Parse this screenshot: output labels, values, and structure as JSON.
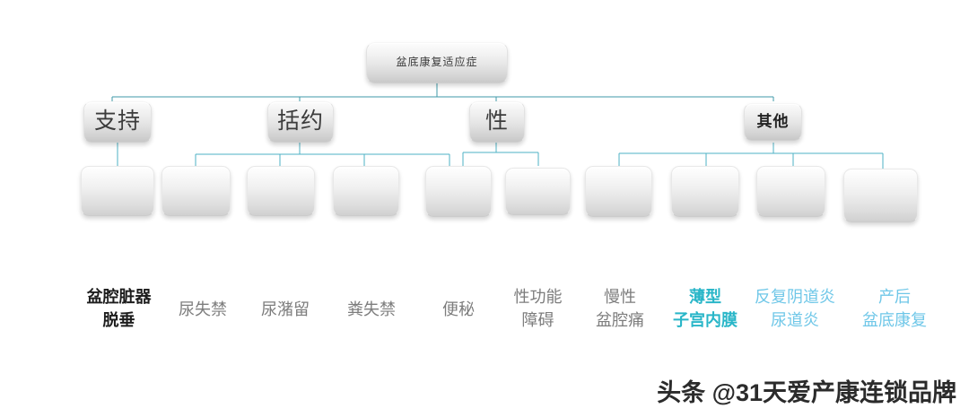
{
  "diagram": {
    "root": {
      "label": "盆底康复适应症"
    },
    "level2": [
      {
        "label": "支持"
      },
      {
        "label": "括约"
      },
      {
        "label": "性"
      },
      {
        "label": "其他"
      }
    ],
    "leaves": [
      {
        "label": ""
      },
      {
        "label": ""
      },
      {
        "label": ""
      },
      {
        "label": ""
      },
      {
        "label": ""
      },
      {
        "label": ""
      },
      {
        "label": ""
      },
      {
        "label": ""
      },
      {
        "label": ""
      },
      {
        "label": ""
      },
      {
        "label": ""
      }
    ],
    "captions": [
      {
        "line1": "盆腔脏器",
        "line2": "脱垂",
        "style": "dark"
      },
      {
        "line1": "尿失禁",
        "line2": "",
        "style": "gray"
      },
      {
        "line1": "尿潴留",
        "line2": "",
        "style": "gray"
      },
      {
        "line1": "粪失禁",
        "line2": "",
        "style": "gray"
      },
      {
        "line1": "便秘",
        "line2": "",
        "style": "gray"
      },
      {
        "line1": "性功能",
        "line2": "障碍",
        "style": "gray"
      },
      {
        "line1": "慢性",
        "line2": "盆腔痛",
        "style": "gray"
      },
      {
        "line1": "薄型",
        "line2": "子宫内膜",
        "style": "teal"
      },
      {
        "line1": "反复阴道炎",
        "line2": "尿道炎",
        "style": "lightblue"
      },
      {
        "line1": "产后",
        "line2": "盆底康复",
        "style": "lightblue"
      }
    ]
  },
  "watermark": {
    "text": "头条 @31天爱产康连锁品牌"
  },
  "colors": {
    "connector": "#3f9aa8",
    "teal": "#29b6c8",
    "light_blue": "#6fc7e8",
    "caption_gray": "#7d7d7d",
    "caption_dark": "#1d1d1d",
    "background": "#ffffff"
  }
}
